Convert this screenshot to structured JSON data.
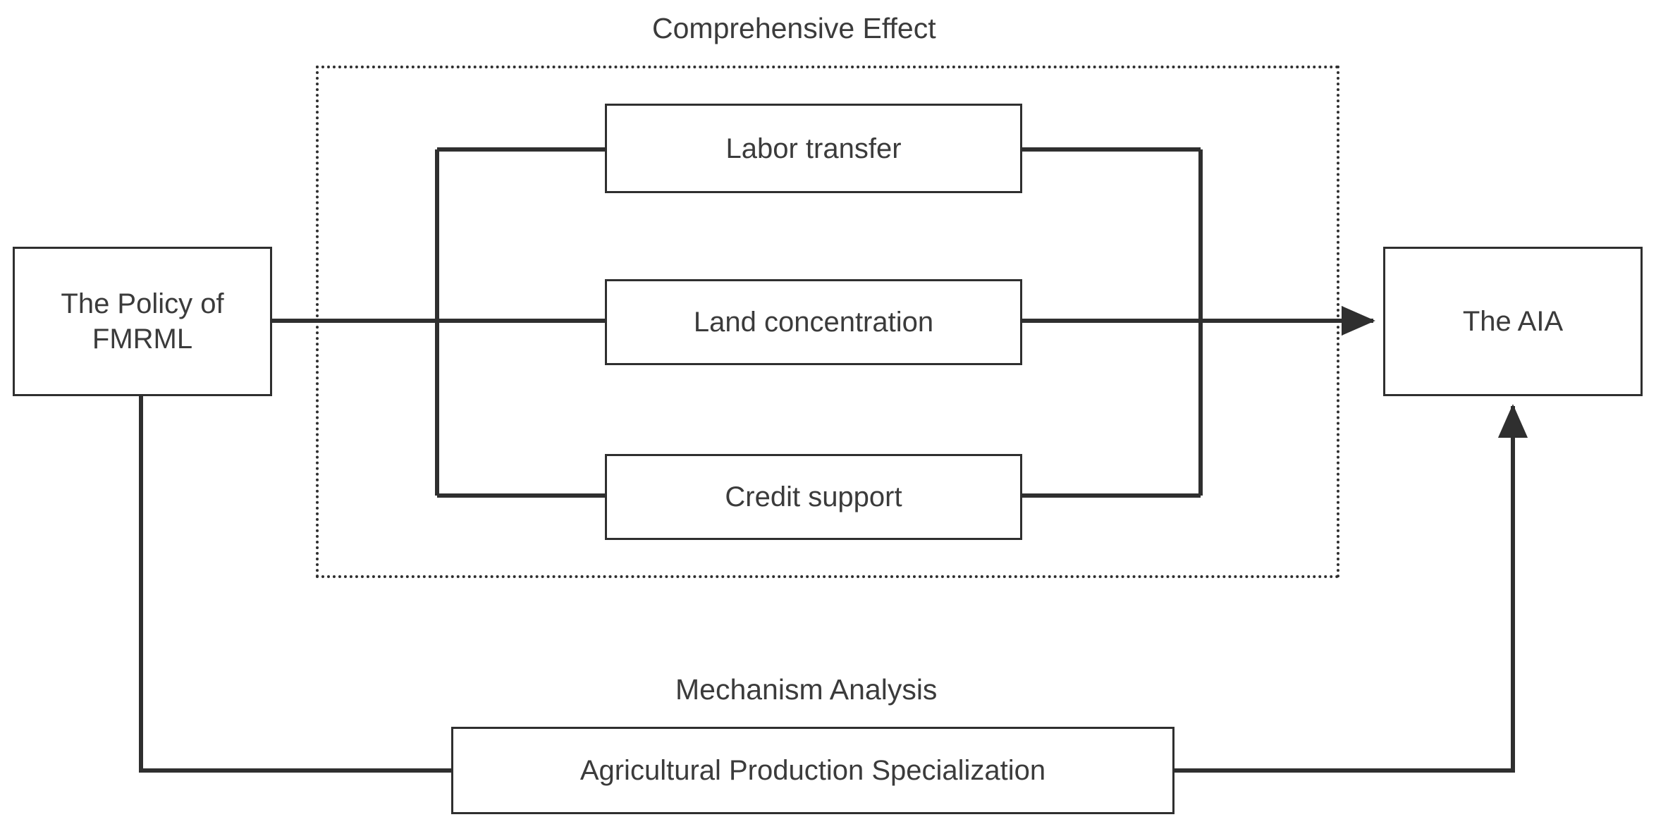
{
  "diagram": {
    "title_comprehensive": "Comprehensive Effect",
    "title_mechanism": "Mechanism Analysis",
    "colors": {
      "stroke": "#2f2f2f",
      "text": "#3b3b3b",
      "background": "#ffffff"
    },
    "nodes": {
      "policy": "The Policy of\nFMRML",
      "policy_line1": "The Policy of",
      "policy_line2": "FMRML",
      "labor": "Labor transfer",
      "land": "Land concentration",
      "credit": "Credit support",
      "aia": "The AIA",
      "aps": "Agricultural Production Specialization"
    }
  },
  "chart_data": {
    "type": "diagram",
    "title": "Comprehensive Effect / Mechanism Analysis flow diagram",
    "nodes": [
      {
        "id": "policy",
        "label": "The Policy of FMRML",
        "group": null
      },
      {
        "id": "labor",
        "label": "Labor transfer",
        "group": "Comprehensive Effect"
      },
      {
        "id": "land",
        "label": "Land concentration",
        "group": "Comprehensive Effect"
      },
      {
        "id": "credit",
        "label": "Credit support",
        "group": "Comprehensive Effect"
      },
      {
        "id": "aia",
        "label": "The AIA",
        "group": null
      },
      {
        "id": "aps",
        "label": "Agricultural Production Specialization",
        "group": "Mechanism Analysis"
      }
    ],
    "groups": [
      {
        "label": "Comprehensive Effect",
        "members": [
          "labor",
          "land",
          "credit"
        ],
        "style": "dotted-rectangle"
      },
      {
        "label": "Mechanism Analysis",
        "members": [
          "aps"
        ],
        "style": "caption-only"
      }
    ],
    "edges": [
      {
        "from": "policy",
        "to": "labor",
        "arrow": false,
        "style": "orthogonal"
      },
      {
        "from": "policy",
        "to": "land",
        "arrow": false,
        "style": "orthogonal"
      },
      {
        "from": "policy",
        "to": "credit",
        "arrow": false,
        "style": "orthogonal"
      },
      {
        "from": "labor",
        "to": "aia",
        "arrow": true,
        "style": "orthogonal"
      },
      {
        "from": "land",
        "to": "aia",
        "arrow": true,
        "style": "orthogonal"
      },
      {
        "from": "credit",
        "to": "aia",
        "arrow": true,
        "style": "orthogonal"
      },
      {
        "from": "policy",
        "to": "aps",
        "arrow": false,
        "style": "orthogonal"
      },
      {
        "from": "aps",
        "to": "aia",
        "arrow": true,
        "style": "orthogonal"
      }
    ]
  }
}
